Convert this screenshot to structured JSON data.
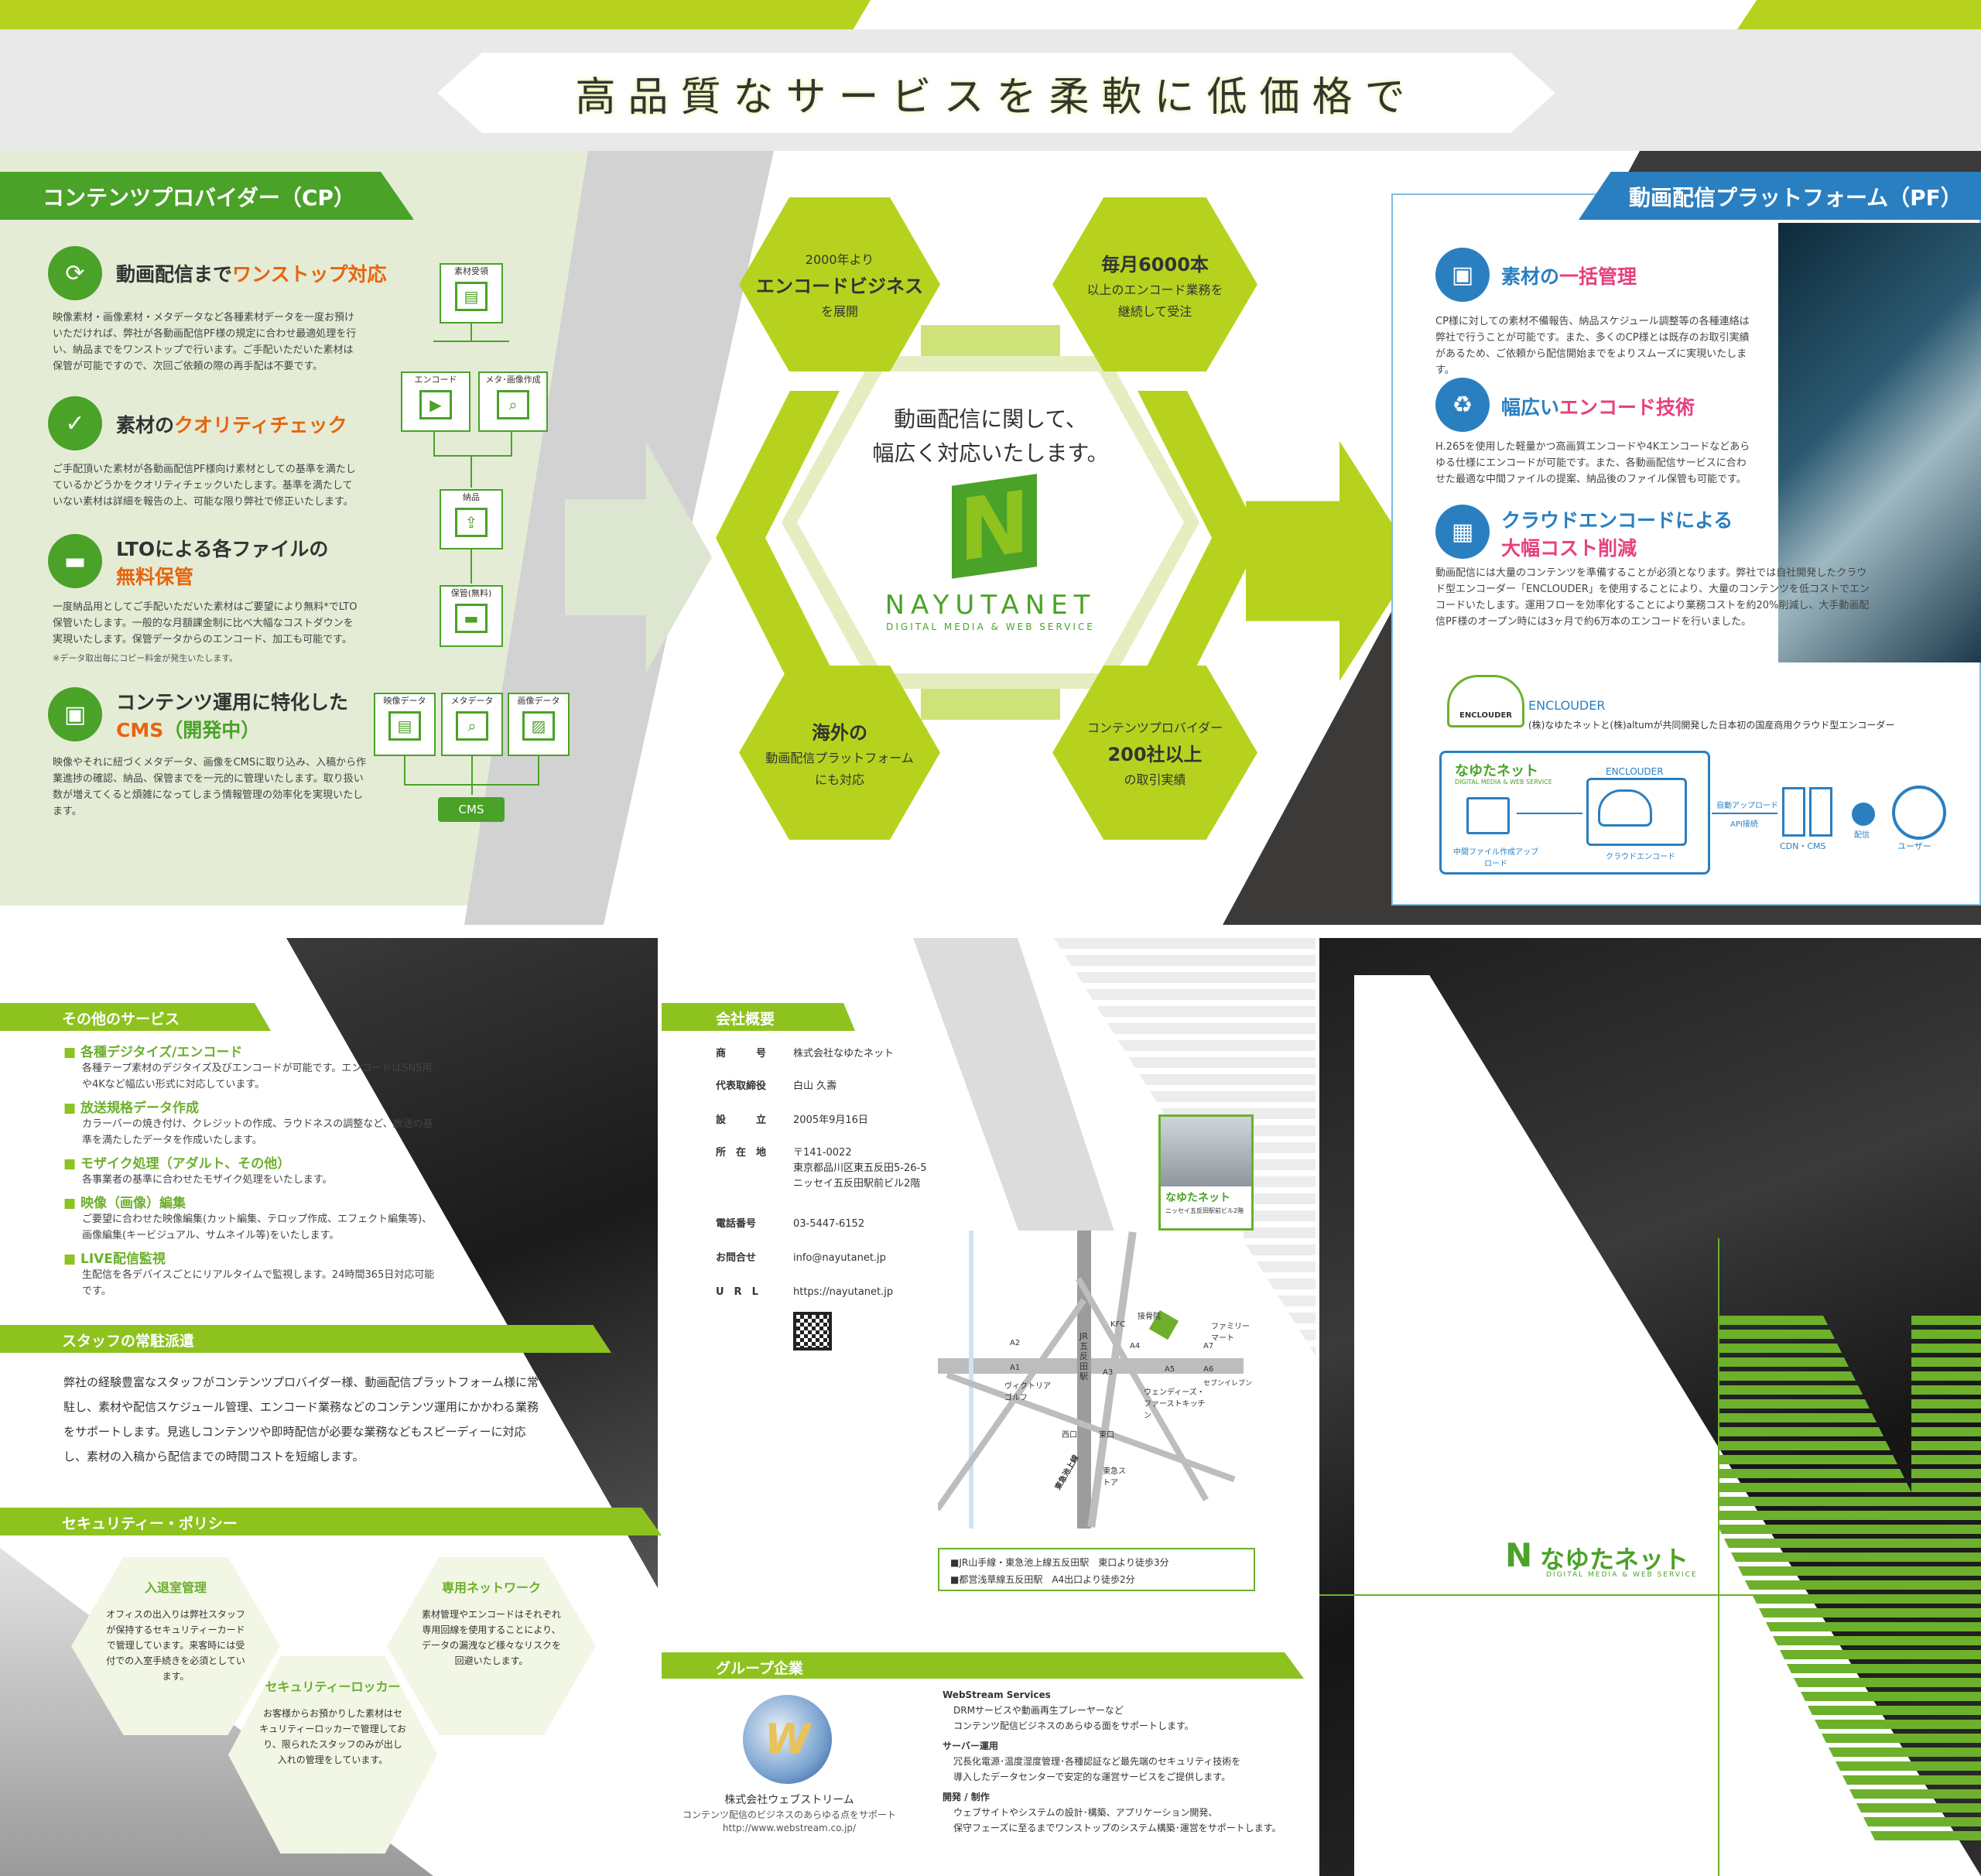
{
  "headline": "高品質なサービスを柔軟に低価格で",
  "cp": {
    "title": "コンテンツプロバイダー（CP）",
    "features": [
      {
        "title_a": "動画配信まで",
        "title_b": "ワンストップ対応",
        "body": "映像素材・画像素材・メタデータなど各種素材データを一度お預けいただければ、弊社が各動画配信PF様の規定に合わせ最適処理を行い、納品までをワンストップで行います。ご手配いただいた素材は保管が可能ですので、次回ご依頼の際の再手配は不要です。"
      },
      {
        "title_a": "素材の",
        "title_b": "クオリティチェック",
        "body": "ご手配頂いた素材が各動画配信PF様向け素材としての基準を満たしているかどうかをクオリティチェックいたします。基準を満たしていない素材は詳細を報告の上、可能な限り弊社で修正いたします。"
      },
      {
        "title_a": "LTOによる各ファイルの",
        "title_b": "無料保管",
        "body": "一度納品用としてご手配いただいた素材はご要望により無料*でLTO保管いたします。一般的な月額課金制に比べ大幅なコストダウンを実現いたします。保管データからのエンコード、加工も可能です。",
        "note": "※データ取出毎にコピー料金が発生いたします。"
      },
      {
        "title_a": "コンテンツ運用に特化した",
        "title_b": "CMS",
        "title_c": "（開発中）",
        "body": "映像やそれに紐づくメタデータ、画像をCMSに取り込み、入稿から作業進捗の確認、納品、保管までを一元的に管理いたします。取り扱い数が増えてくると煩雑になってしまう情報管理の効率化を実現いたします。"
      }
    ],
    "flow": {
      "receive": "素材受領",
      "encode": "エンコード",
      "meta_img": "メタ･画像作成",
      "deliver": "納品",
      "store": "保管(無料)",
      "video_data": "映像データ",
      "meta_data": "メタデータ",
      "image_data": "画像データ",
      "cms": "CMS"
    }
  },
  "center": {
    "hex1": {
      "l1": "2000年より",
      "l2": "エンコードビジネス",
      "l3": "を展開"
    },
    "hex2": {
      "l1": "毎月6000本",
      "l2": "以上のエンコード業務を",
      "l3": "継続して受注"
    },
    "hex3": {
      "l1": "海外の",
      "l2": "動画配信プラットフォーム",
      "l3": "にも対応"
    },
    "hex4": {
      "l1": "コンテンツプロバイダー",
      "l2": "200社以上",
      "l3": "の取引実績"
    },
    "message1": "動画配信に関して、",
    "message2": "幅広く対応いたします。",
    "logo_letter": "N",
    "brand": "NAYUTANET",
    "brand_sub": "DIGITAL MEDIA & WEB SERVICE"
  },
  "pf": {
    "title": "動画配信プラットフォーム（PF）",
    "features": [
      {
        "title_a": "素材の",
        "title_b": "一括管理",
        "body": "CP様に対しての素材不備報告、納品スケジュール調整等の各種連絡は弊社で行うことが可能です。また、多くのCP様とは既存のお取引実績があるため、ご依頼から配信開始までをよりスムーズに実現いたします。"
      },
      {
        "title_a": "幅広い",
        "title_b": "エンコード技術",
        "body": "H.265を使用した軽量かつ高画質エンコードや4Kエンコードなどあらゆる仕様にエンコードが可能です。また、各動画配信サービスに合わせた最適な中間ファイルの提案、納品後のファイル保管も可能です。"
      },
      {
        "title_a": "クラウドエンコードによる",
        "title_b": "大幅コスト削減",
        "body": "動画配信には大量のコンテンツを準備することが必須となります。弊社では自社開発したクラウド型エンコーダー「ENCLOUDER」を使用することにより、大量のコンテンツを低コストでエンコードいたします。運用フローを効率化することにより業務コストを約20%削減し、大手動画配信PF様のオープン時には3ヶ月で約6万本のエンコードを行いました。"
      }
    ],
    "enclouder_name": "ENCLOUDER",
    "enclouder_desc": "(株)なゆたネットと(株)altumが共同開発した日本初の国産商用クラウド型エンコーダー",
    "diagram": {
      "brand": "なゆたネット",
      "brand_sub": "DIGITAL MEDIA & WEB SERVICE",
      "upload": "中間ファイル作成アップロード",
      "enclouder": "ENCLOUDER",
      "cloud": "クラウドエンコード",
      "auto_upload": "自動アップロード",
      "api": "API接続",
      "cdn": "CDN・CMS",
      "deliver": "配信",
      "user": "ユーザー"
    }
  },
  "services": {
    "title": "その他のサービス",
    "items": [
      {
        "h": "各種デジタイズ/エンコード",
        "d": "各種テープ素材のデジタイズ及びエンコードが可能です。エンコードはSNS用や4Kなど幅広い形式に対応しています。"
      },
      {
        "h": "放送規格データ作成",
        "d": "カラーバーの焼き付け、クレジットの作成、ラウドネスの調整など、放送の基準を満たしたデータを作成いたします。"
      },
      {
        "h": "モザイク処理（アダルト、その他）",
        "d": "各事業者の基準に合わせたモザイク処理をいたします。"
      },
      {
        "h": "映像（画像）編集",
        "d": "ご要望に合わせた映像編集(カット編集、テロップ作成、エフェクト編集等)、画像編集(キービジュアル、サムネイル等)をいたします。"
      },
      {
        "h": "LIVE配信監視",
        "d": "生配信を各デバイスごとにリアルタイムで監視します。24時間365日対応可能です。"
      }
    ]
  },
  "staff": {
    "title": "スタッフの常駐派遣",
    "body": "弊社の経験豊富なスタッフがコンテンツプロバイダー様、動画配信プラットフォーム様に常駐し、素材や配信スケジュール管理、エンコード業務などのコンテンツ運用にかかわる業務をサポートします。見逃しコンテンツや即時配信が必要な業務などもスピーディーに対応し、素材の入稿から配信までの時間コストを短縮します。"
  },
  "security": {
    "title": "セキュリティー・ポリシー",
    "items": [
      {
        "h": "入退室管理",
        "d": "オフィスの出入りは弊社スタッフが保持するセキュリティーカードで管理しています。来客時には受付での入室手続きを必須としています。"
      },
      {
        "h": "セキュリティーロッカー",
        "d": "お客様からお預かりした素材はセキュリティーロッカーで管理しており、限られたスタッフのみが出し入れの管理をしています。"
      },
      {
        "h": "専用ネットワーク",
        "d": "素材管理やエンコードはそれぞれ専用回線を使用することにより、データの漏洩など様々なリスクを回避いたします。"
      }
    ]
  },
  "company": {
    "title": "会社概要",
    "rows": [
      {
        "k": "商　　　号",
        "v": "株式会社なゆたネット"
      },
      {
        "k": "代表取締役",
        "v": "白山 久壽"
      },
      {
        "k": "設　　　立",
        "v": "2005年9月16日"
      },
      {
        "k": "所　在　地",
        "v": "〒141-0022",
        "v2": "東京都品川区東五反田5-26-5",
        "v3": "ニッセイ五反田駅前ビル2階"
      },
      {
        "k": "電話番号",
        "v": "03-5447-6152"
      },
      {
        "k": "お問合せ",
        "v": "info@nayutanet.jp"
      },
      {
        "k": "U　R　L",
        "v": "https://nayutanet.jp"
      }
    ]
  },
  "map": {
    "building_brand": "なゆたネット",
    "building_caption": "ニッセイ五反田駅前ビル2階",
    "labels": {
      "a1": "A1",
      "a2": "A2",
      "a3": "A3",
      "a4": "A4",
      "a5": "A5",
      "a6": "A6",
      "a7": "A7",
      "kfc": "KFC",
      "sekkotsu": "接骨院",
      "family": "ファミリーマート",
      "seven": "セブンイレブン",
      "victoria": "ヴィクトリアゴルフ",
      "wendys": "ウェンディーズ・ファーストキッチン",
      "tokyu": "東急ストア",
      "west": "西口",
      "east": "東口",
      "station": "JR五反田駅",
      "ikegami": "東急池上線"
    },
    "access1": "■JR山手線・東急池上線五反田駅　東口より徒歩3分",
    "access2": "■都営浅草線五反田駅　A4出口より徒歩2分"
  },
  "group": {
    "title": "グループ企業",
    "company_name": "株式会社ウェブストリーム",
    "company_tag": "コンテンツ配信のビジネスのあらゆる点をサポート",
    "company_url": "http://www.webstream.co.jp/",
    "sections": [
      {
        "h": "WebStream Services",
        "d1": "DRMサービスや動画再生プレーヤーなど",
        "d2": "コンテンツ配信ビジネスのあらゆる面をサポートします。"
      },
      {
        "h": "サーバー運用",
        "d1": "冗長化電源･温度湿度管理･各種認証など最先端のセキュリティ技術を",
        "d2": "導入したデータセンターで安定的な運営サービスをご提供します。"
      },
      {
        "h": "開発 / 制作",
        "d1": "ウェブサイトやシステムの設計･構築、アプリケーション開発、",
        "d2": "保守フェーズに至るまでワンストップのシステム構築･運営をサポートします。"
      }
    ]
  },
  "back": {
    "brand": "なゆたネット",
    "brand_sub": "DIGITAL MEDIA & WEB SERVICE"
  },
  "colors": {
    "lime": "#b7d21e",
    "green": "#6cb02c",
    "blue": "#2a7fc1",
    "dark": "#3c3a39"
  }
}
